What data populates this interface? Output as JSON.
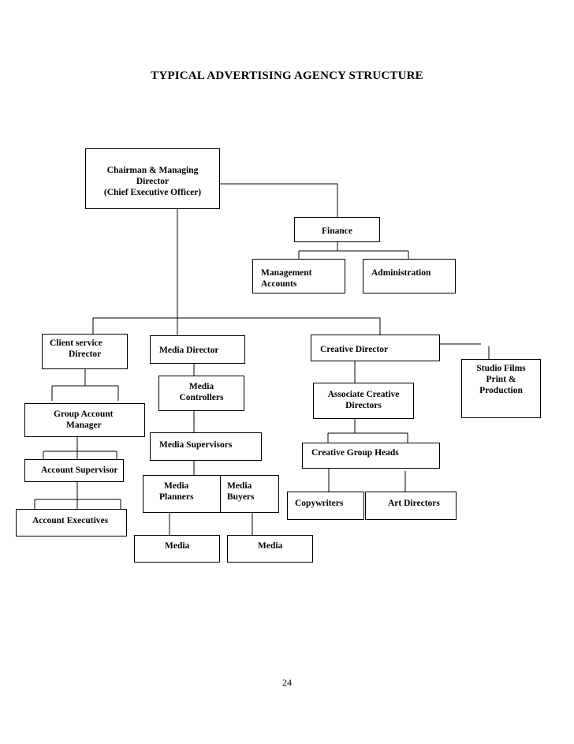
{
  "title": "TYPICAL ADVERTISING AGENCY STRUCTURE",
  "page_number": "24",
  "nodes": {
    "chairman": [
      "Chairman & Managing",
      "Director",
      "(Chief Executive Officer)"
    ],
    "finance": [
      "Finance"
    ],
    "management_accounts": [
      "Management",
      "Accounts"
    ],
    "administration": [
      "Administration"
    ],
    "client_service_director": [
      "Client service",
      "Director"
    ],
    "media_director": [
      "Media Director"
    ],
    "creative_director": [
      "Creative Director"
    ],
    "studio_films": [
      "Studio Films",
      "Print &",
      "Production"
    ],
    "group_account_manager": [
      "Group Account",
      "Manager"
    ],
    "account_supervisor": [
      "Account Supervisor"
    ],
    "account_executives": [
      "Account Executives"
    ],
    "media_controllers": [
      "Media",
      "Controllers"
    ],
    "media_supervisors": [
      "Media Supervisors"
    ],
    "media_planners": [
      "Media",
      "Planners"
    ],
    "media_buyers": [
      "Media",
      "Buyers"
    ],
    "media_left": [
      "Media"
    ],
    "media_right": [
      "Media"
    ],
    "associate_creative_directors": [
      "Associate Creative",
      "Directors"
    ],
    "creative_group_heads": [
      "Creative Group Heads"
    ],
    "copywriters": [
      "Copywriters"
    ],
    "art_directors": [
      "Art Directors"
    ]
  }
}
